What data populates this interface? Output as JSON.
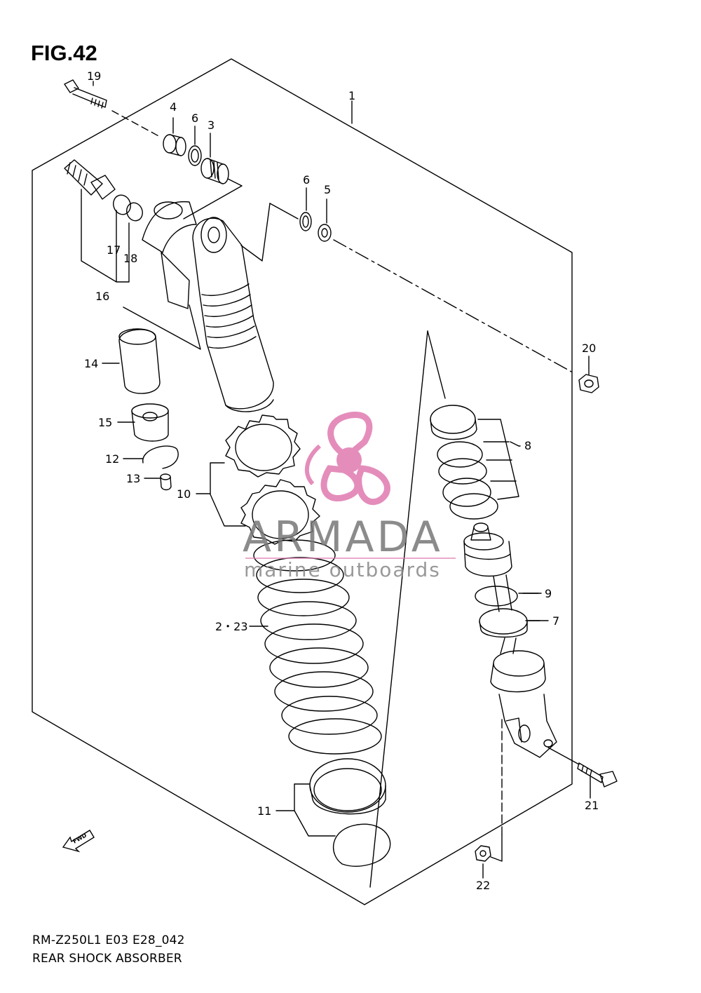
{
  "figure": {
    "title": "FIG.42",
    "model_code": "RM-Z250L1 E03 E28_042",
    "description": "REAR SHOCK ABSORBER"
  },
  "callouts": {
    "p1": "1",
    "p2_23": "2・23",
    "p3": "3",
    "p4": "4",
    "p5": "5",
    "p6a": "6",
    "p6b": "6",
    "p7": "7",
    "p8": "8",
    "p9": "9",
    "p10": "10",
    "p11": "11",
    "p12": "12",
    "p13": "13",
    "p14": "14",
    "p15": "15",
    "p16": "16",
    "p17": "17",
    "p18": "18",
    "p19": "19",
    "p20": "20",
    "p21": "21",
    "p22": "22"
  },
  "direction_marker": "FWD",
  "watermark": {
    "brand": "ARMADA",
    "tagline": "marine outboards",
    "color_brand": "#e07ab0"
  }
}
